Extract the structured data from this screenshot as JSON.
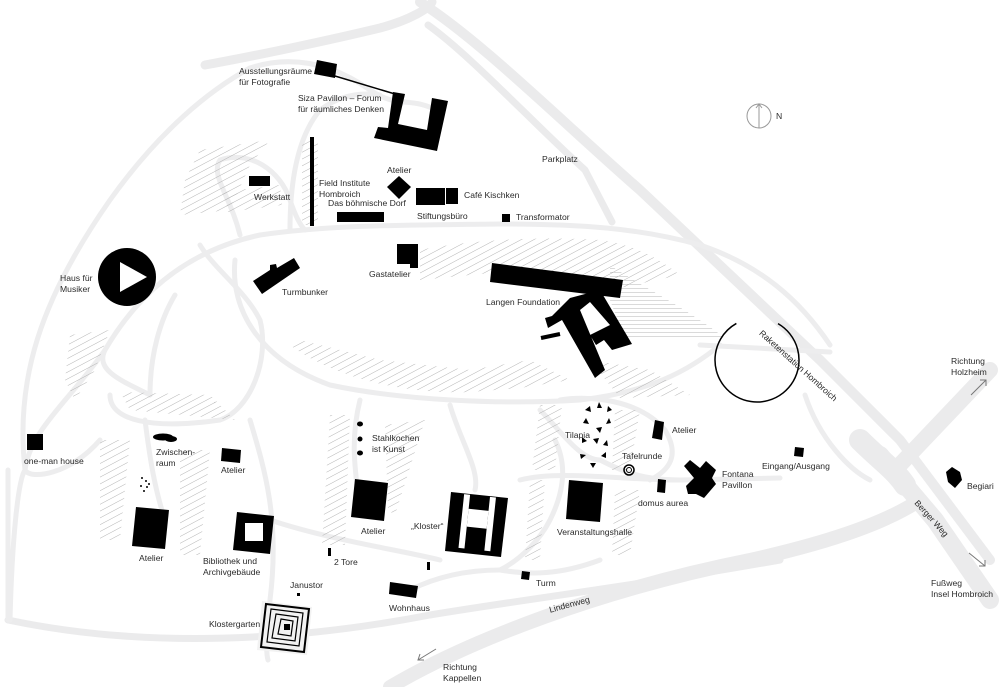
{
  "map": {
    "title": "Raketenstation Hombroich – Lageplan",
    "north_label": "N",
    "colors": {
      "building": "#000000",
      "road": "#ebebec",
      "hatch": "#b4b4b4",
      "label": "#2a2a2a"
    }
  },
  "labels": {
    "ausstellungsraeume": "Ausstellungsräume\nfür Fotografie",
    "siza": "Siza Pavillon – Forum\nfür räumliches Denken",
    "werkstatt": "Werkstatt",
    "field_institute": "Field Institute\nHombroich",
    "atelier_top": "Atelier",
    "boehmische_dorf": "Das böhmische Dorf",
    "cafe": "Café Kischken",
    "stiftungsbuero": "Stiftungsbüro",
    "transformator": "Transformator",
    "parkplatz": "Parkplatz",
    "haus_musiker": "Haus für\nMusiker",
    "turmbunker": "Turmbunker",
    "gastatelier": "Gastatelier",
    "langen": "Langen Foundation",
    "raketenstation": "Raketenstation Hombroich",
    "richtung_holzheim": "Richtung\nHolzheim",
    "one_man_house": "one-man house",
    "zwischenraum": "Zwischen-\nraum",
    "atelier_zw": "Atelier",
    "stahlkochen": "Stahlkochen\nist Kunst",
    "tilapia": "Tilapia",
    "atelier_til": "Atelier",
    "tafelrunde": "Tafelrunde",
    "fontana": "Fontana\nPavillon",
    "eingang": "Eingang/Ausgang",
    "begiari": "Begiari",
    "domus": "domus aurea",
    "veranstaltungshalle": "Veranstaltungshalle",
    "kloster": "„Kloster“",
    "atelier_mid": "Atelier",
    "atelier_left": "Atelier",
    "bibliothek": "Bibliothek und\nArchivgebäude",
    "zwei_tore": "2 Tore",
    "janustor": "Janustor",
    "klostergarten": "Klostergarten",
    "wohnhaus": "Wohnhaus",
    "turm": "Turm",
    "lindenweg": "Lindenweg",
    "berger_weg": "Berger Weg",
    "fussweg": "Fußweg\nInsel Hombroich",
    "richtung_kappellen": "Richtung\nKappellen"
  }
}
